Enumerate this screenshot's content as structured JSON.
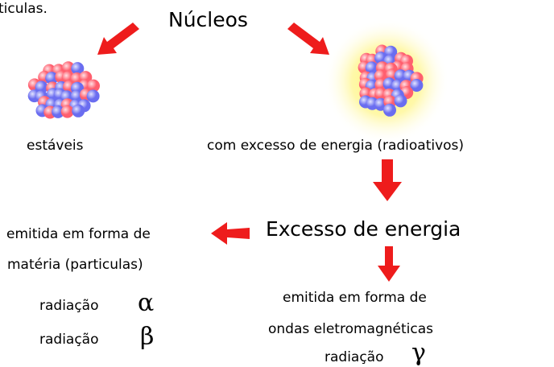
{
  "top_fragment": "ticulas.",
  "title": "Núcleos",
  "stable_label": "estáveis",
  "excess_label": "com excesso de energia (radioativos)",
  "excess_energy": "Excesso de energia",
  "matter": {
    "line1": "emitida em forma de",
    "line2": "matéria (particulas)"
  },
  "alpha": {
    "label": "radiação",
    "symbol": "α"
  },
  "beta": {
    "label": "radiação",
    "symbol": "β"
  },
  "waves": {
    "line1": "emitida em forma de",
    "line2": "ondas eletromagnéticas"
  },
  "gamma": {
    "label": "radiação",
    "symbol": "γ"
  },
  "colors": {
    "arrow": "#ee1c1c",
    "proton": "#ff5f6e",
    "neutron": "#6a6df0",
    "glow": "#fff27a"
  }
}
